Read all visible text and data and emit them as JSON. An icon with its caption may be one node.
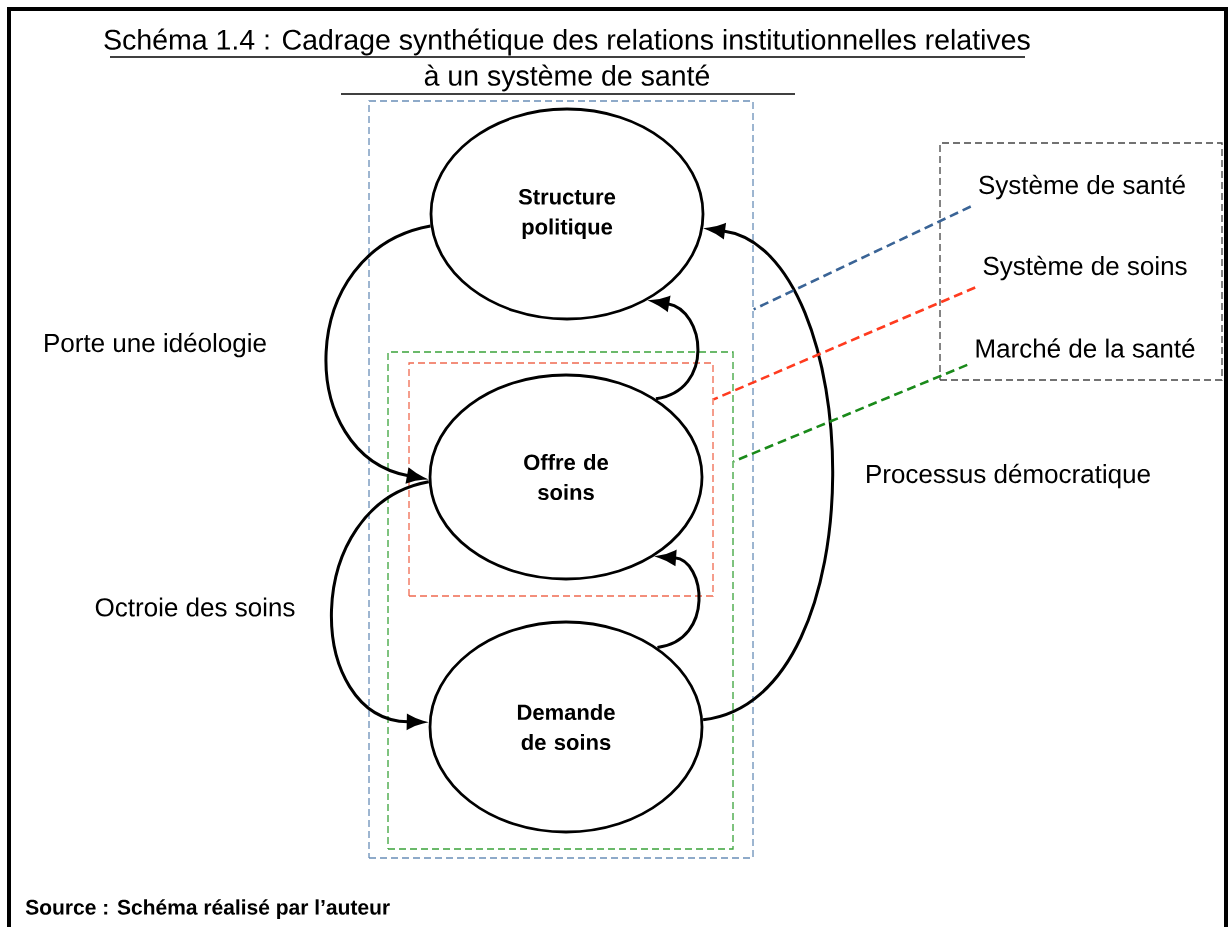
{
  "diagram": {
    "title": "Schéma 1.4 : Cadrage synthétique des relations institutionnelles relatives à un système de santé",
    "caption": "Source : Schéma réalisé par l’auteur",
    "nodes": [
      {
        "text": [],
        "shape": "box"
      },
      {
        "text": [
          "Structure politique"
        ],
        "in": 0
      },
      {
        "text": [],
        "shape": "box",
        "in": 0
      },
      {
        "text": [],
        "shape": "box",
        "in": 2
      },
      {
        "text": [
          "Offre de soins"
        ],
        "in": 3
      },
      {
        "text": [
          "Demande de soins"
        ],
        "in": 2
      },
      {
        "text": [],
        "shape": "box"
      },
      {
        "text": [
          "Système de santé"
        ],
        "in": 6
      },
      {
        "text": [
          "Système de soins"
        ],
        "in": 6
      },
      {
        "text": [
          "Marché de la santé"
        ],
        "in": 6
      }
    ],
    "edges": [
      {
        "from": 1,
        "to": 4,
        "arrow": "to",
        "label": "Porte une idéologie"
      },
      {
        "from": 4,
        "to": 5,
        "arrow": "to",
        "label": "Octroie des soins"
      },
      {
        "from": 5,
        "to": 1,
        "arrow": "to",
        "label": "Processus démocratique"
      },
      {
        "from": 4,
        "to": 1,
        "arrow": "to"
      },
      {
        "from": 5,
        "to": 4,
        "arrow": "to"
      },
      {
        "from": 7,
        "to": 0,
        "arrow": "none",
        "style": "dashed",
        "color": "#3a6496"
      },
      {
        "from": 8,
        "to": 3,
        "arrow": "none",
        "style": "dashed",
        "color": "#ff3b1f"
      },
      {
        "from": 9,
        "to": 2,
        "arrow": "none",
        "style": "dashed",
        "color": "#1a8a1a"
      }
    ]
  }
}
